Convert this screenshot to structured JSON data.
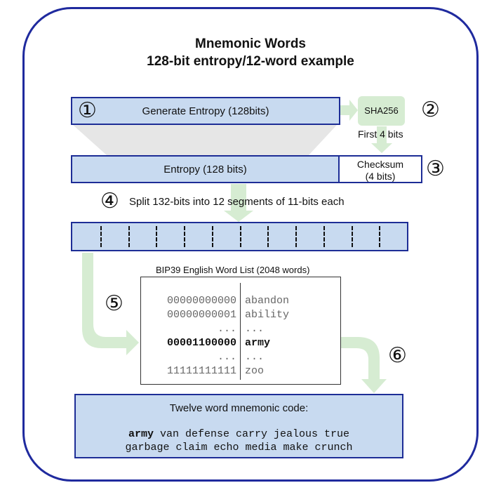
{
  "title": {
    "line1": "Mnemonic Words",
    "line2": "128-bit entropy/12-word example"
  },
  "steps": {
    "s1": "①",
    "s2": "②",
    "s3": "③",
    "s4": "④",
    "s5": "⑤",
    "s6": "⑥"
  },
  "boxes": {
    "generate": "Generate Entropy (128bits)",
    "sha": "SHA256",
    "first_bits": "First 4 bits",
    "entropy": "Entropy (128 bits)",
    "checksum_line1": "Checksum",
    "checksum_line2": "(4 bits)",
    "split": "Split 132-bits into 12 segments of 11-bits each"
  },
  "wordlist": {
    "title": "BIP39 English Word List (2048 words)",
    "left": [
      "00000000000",
      "00000000001",
      "...",
      "00001100000",
      "...",
      "11111111111"
    ],
    "right": [
      "abandon",
      "ability",
      "...",
      "army",
      "...",
      "zoo"
    ],
    "bold_row": 3
  },
  "mnemonic": {
    "title": "Twelve word mnemonic code:",
    "first_word": "army",
    "line1_rest": " van defense carry jealous true",
    "line2": "garbage claim echo media make crunch"
  },
  "colors": {
    "border": "#1d2d96",
    "box_fill": "#c8daf0",
    "arrow_green": "#d6ecd2",
    "funnel_gray": "#e6e6e6"
  },
  "segments": 12
}
